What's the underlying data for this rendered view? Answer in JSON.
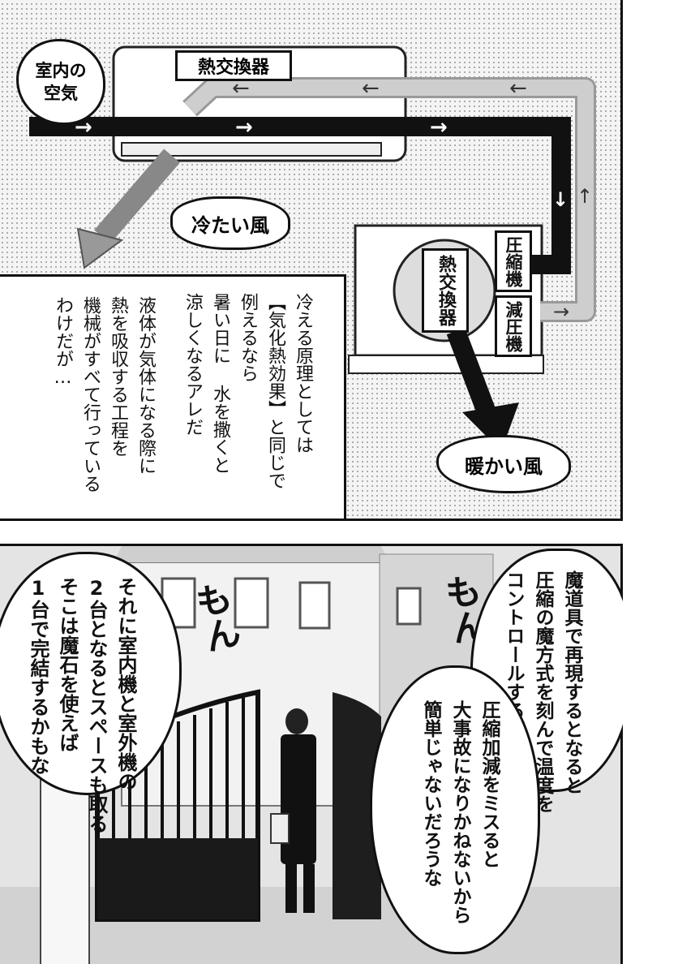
{
  "diagram": {
    "indoor_air": "室内の空気",
    "heat_exchanger_indoor": "熱交換器",
    "cold_wind": "冷たい風",
    "compressor": "圧縮機",
    "heat_exchanger_outdoor": "熱交換器",
    "decompressor": "減圧機",
    "warm_wind": "暖かい風",
    "arrow_glyph_right": "→",
    "arrow_glyph_left": "←",
    "arrow_glyph_down": "↓",
    "arrow_glyph_up": "↑"
  },
  "narration": {
    "lines_right": [
      "冷える原理としては",
      "【気化熱効果】と同じで",
      "例えるなら",
      "暑い日に 水を撒くと",
      "涼しくなるアレだ"
    ],
    "lines_left": [
      "液体が気体になる際に",
      "熱を吸収する工程を",
      "機械がすべて行っている",
      "わけだが…"
    ]
  },
  "sfx": {
    "mon1": "もん",
    "mon2": "もん"
  },
  "bubbles": {
    "right_top": [
      "魔道具で再現するとなると",
      "圧縮の魔方式を刻んで温度を",
      "コントロールする感じか…"
    ],
    "right_bottom": [
      "圧縮加減をミスると",
      "大事故になりかねないから",
      "簡単じゃないだろうな"
    ],
    "left": [
      "それに室内機と室外機の",
      "2台となるとスペースも取る",
      "そこは魔石を使えば",
      "1台で完結するかもな"
    ]
  }
}
